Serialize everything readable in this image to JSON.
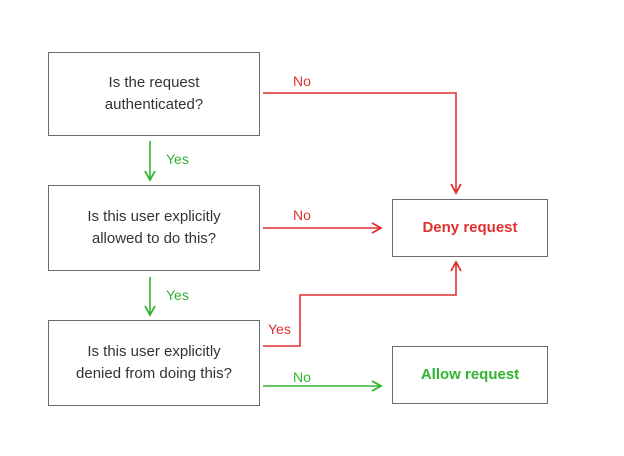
{
  "colors": {
    "red": "#e0312f",
    "green": "#2fb52f",
    "border": "#6b6b6b",
    "text": "#333333"
  },
  "nodes": {
    "authenticated": {
      "line1": "Is the request",
      "line2": "authenticated?"
    },
    "allowed": {
      "line1": "Is this user explicitly",
      "line2": "allowed to do this?"
    },
    "denied": {
      "line1": "Is this user explicitly",
      "line2": "denied from doing this?"
    },
    "deny": {
      "label": "Deny request"
    },
    "allow": {
      "label": "Allow request"
    }
  },
  "edges": {
    "auth_no": "No",
    "auth_yes": "Yes",
    "allowed_no": "No",
    "allowed_yes": "Yes",
    "denied_yes": "Yes",
    "denied_no": "No"
  }
}
